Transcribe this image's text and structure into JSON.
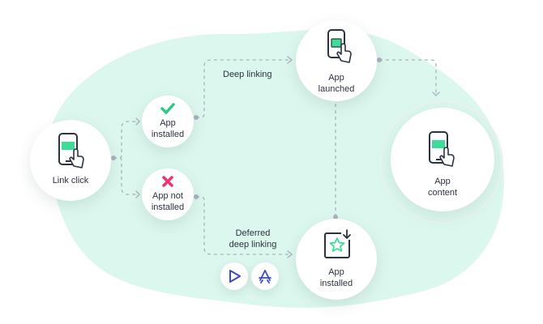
{
  "nodes": {
    "link_click": "Link click",
    "app_installed": "App installed",
    "app_not_installed": "App not installed",
    "app_launched": "App launched",
    "app_content": "App content",
    "app_installed_deferred": "App installed"
  },
  "edges": {
    "deep_linking": "Deep linking",
    "deferred_deep_linking": "Deferred deep linking"
  },
  "colors": {
    "background_blob": "#dcf7ee",
    "accent_green": "#3ddc97",
    "check_green": "#2bc98a",
    "cross_pink": "#f0326e",
    "store_blue": "#3b4cc0",
    "line_gray": "#a9b2bc",
    "ink": "#2c3340"
  },
  "icons": {
    "link_click": "phone-tap-icon",
    "app_installed": "check-icon",
    "app_not_installed": "cross-icon",
    "app_launched": "phone-tap-icon",
    "app_content": "phone-tap-icon",
    "app_installed_deferred": "app-download-star-icon",
    "store_left": "play-store-icon",
    "store_right": "app-store-icon"
  }
}
